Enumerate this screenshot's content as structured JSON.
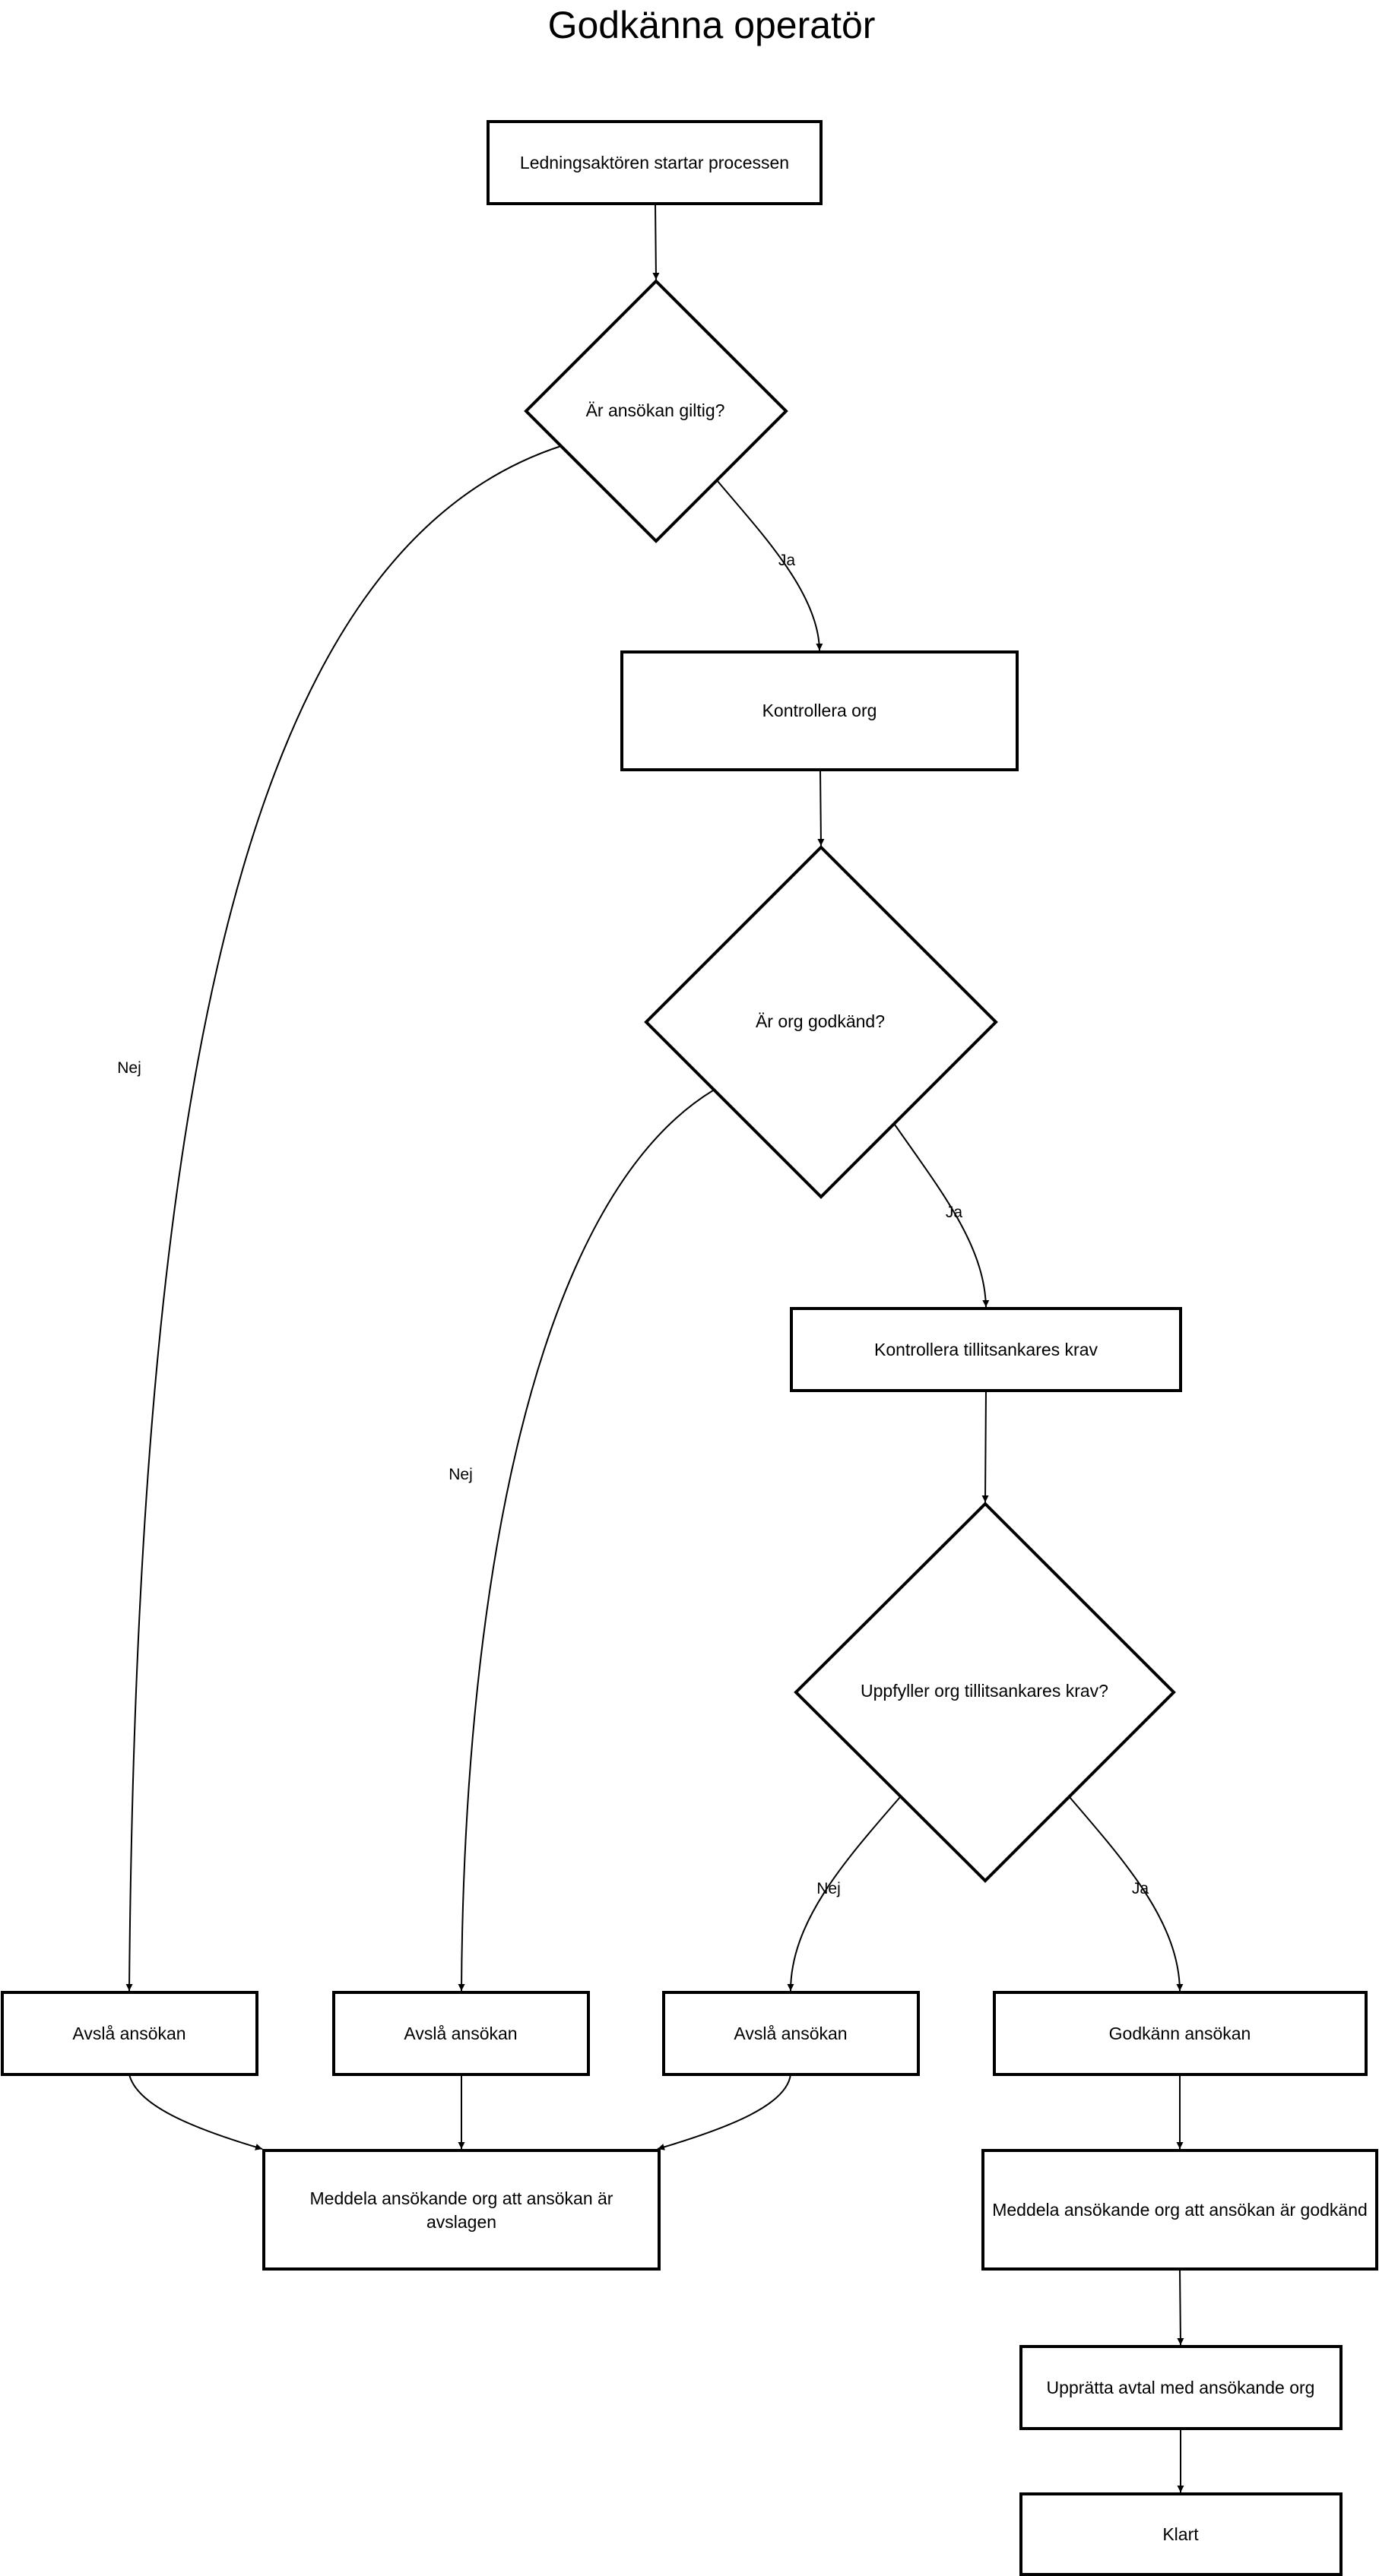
{
  "title": "Godkänna operatör",
  "nodes": {
    "start": "Ledningsaktören startar processen",
    "d1": "Är ansökan giltig?",
    "check_org": "Kontrollera org",
    "d2": "Är org godkänd?",
    "check_trust": "Kontrollera tillitsankares krav",
    "d3": "Uppfyller org tillitsankares krav?",
    "reject1": "Avslå ansökan",
    "reject2": "Avslå ansökan",
    "reject3": "Avslå ansökan",
    "approve": "Godkänn ansökan",
    "notify_reject_1": "Meddela ansökande org att ansökan är",
    "notify_reject_2": "avslagen",
    "notify_approve": "Meddela ansökande org att ansökan är godkänd",
    "contract": "Upprätta avtal med ansökande org",
    "done": "Klart"
  },
  "edge_labels": {
    "d1_yes": "Ja",
    "d1_no": "Nej",
    "d2_yes": "Ja",
    "d2_no": "Nej",
    "d3_yes": "Ja",
    "d3_no": "Nej"
  }
}
